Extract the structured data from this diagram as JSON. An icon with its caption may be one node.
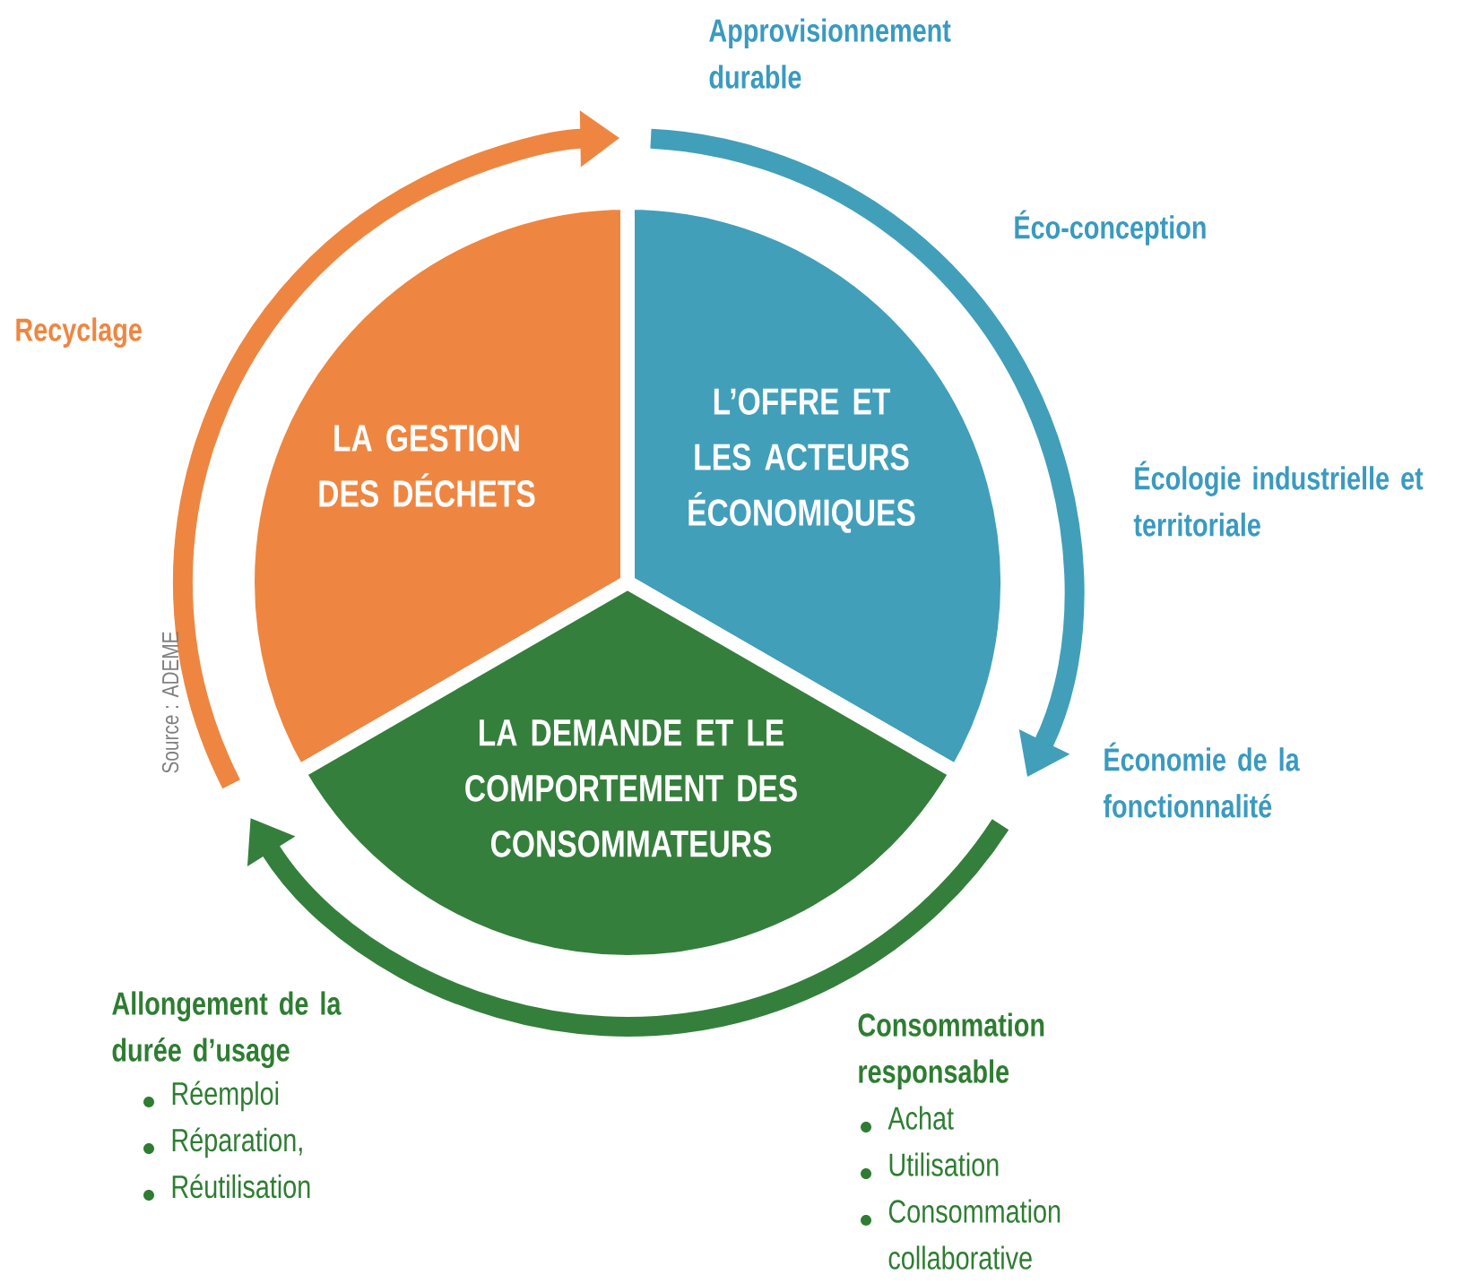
{
  "diagram": {
    "nodes": [
      {
        "text": [
          "LA GESTION DES DÉCHETS"
        ]
      },
      {
        "text": [
          "L’OFFRE ET LES ACTEURS ÉCONOMIQUES"
        ]
      },
      {
        "text": [
          "LA DEMANDE ET LE COMPORTEMENT DES CONSOMMATEURS"
        ]
      }
    ],
    "labels": [
      "Approvisionnement durable",
      "Éco-conception",
      "Écologie industrielle et territoriale",
      "Économie de la fonctionnalité",
      "Consommation responsable",
      "Achat",
      "Utilisation",
      "Consommation collaborative",
      "Allongement de la durée d’usage",
      "Réemploi",
      "Réparation,",
      "Réutilisation",
      "Recyclage",
      "Source : ADEME"
    ]
  }
}
